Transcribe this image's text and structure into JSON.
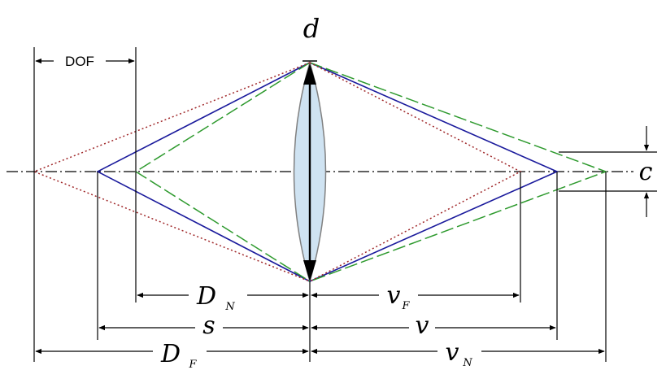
{
  "labels": {
    "dof": "DOF",
    "aperture": "d",
    "coc": "c",
    "near_distance": "D",
    "near_distance_sub": "N",
    "subject_distance": "s",
    "far_distance": "D",
    "far_distance_sub": "F",
    "image_far": "v",
    "image_far_sub": "F",
    "image_distance": "v",
    "image_near": "v",
    "image_near_sub": "N"
  },
  "colors": {
    "lens_fill": "#cfe3f2",
    "lens_stroke": "#808080",
    "ray_subject": "#1a1a9c",
    "ray_near": "#2e9a2e",
    "ray_far": "#a0282a",
    "dimension": "#000000"
  },
  "rays": [
    {
      "name": "ray-subject",
      "style": "solid"
    },
    {
      "name": "ray-near",
      "style": "dashed"
    },
    {
      "name": "ray-far",
      "style": "dotted"
    }
  ]
}
